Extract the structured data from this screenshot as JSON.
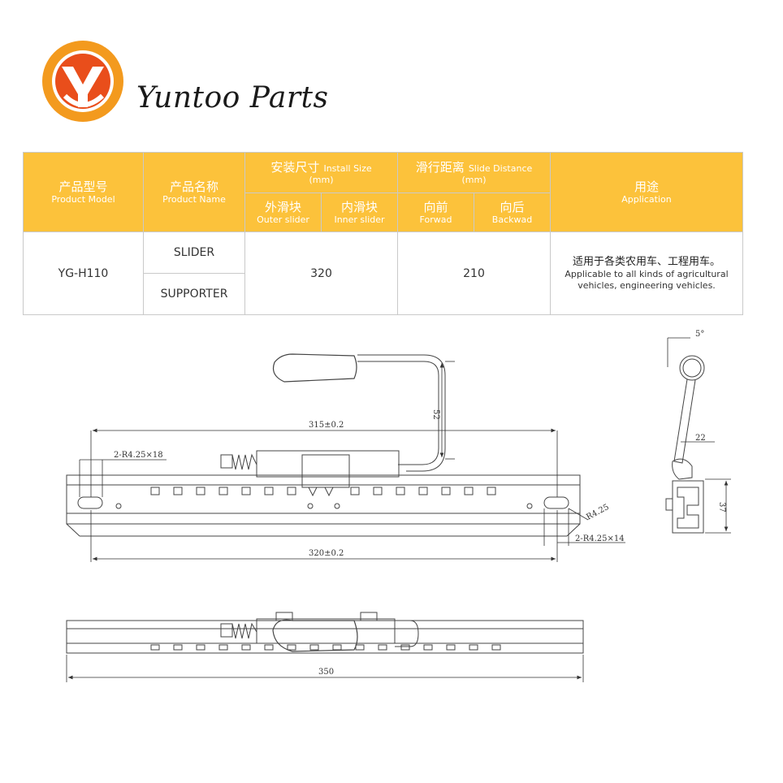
{
  "brand": {
    "name": "Yuntoo Parts",
    "colors": {
      "logo_outer": "#f39a1e",
      "logo_inner": "#e94e1b",
      "table_header": "#fcc23b"
    }
  },
  "table": {
    "model": {
      "cn": "产品型号",
      "en": "Product Model"
    },
    "name": {
      "cn": "产品名称",
      "en": "Product Name"
    },
    "install": {
      "cn": "安装尺寸",
      "en": "Install Size",
      "unit": "(mm)"
    },
    "slide": {
      "cn": "滑行距离",
      "en": "Slide Distance",
      "unit": "(mm)"
    },
    "application": {
      "cn": "用途",
      "en": "Application"
    },
    "outer": {
      "cn": "外滑块",
      "en": "Outer slider"
    },
    "inner": {
      "cn": "内滑块",
      "en": "Inner slider"
    },
    "forward": {
      "cn": "向前",
      "en": "Forwad"
    },
    "backward": {
      "cn": "向后",
      "en": "Backwad"
    },
    "row": {
      "model": "YG-H110",
      "name1": "SLIDER",
      "name2": "SUPPORTER",
      "install": "320",
      "slide": "210",
      "app_cn": "适用于各类农用车、工程用车。",
      "app_en1": "Applicable to all kinds of agricultural",
      "app_en2": "vehicles, engineering vehicles."
    }
  },
  "drawing": {
    "dim_315": "315±0.2",
    "dim_320": "320±0.2",
    "dim_350": "350",
    "dim_52": "52",
    "dim_slot_left": "2-R4.25×18",
    "dim_slot_right": "2-R4.25×14",
    "dim_r": "R4.25",
    "dim_angle": "5°",
    "dim_22": "22",
    "dim_37": "37"
  }
}
